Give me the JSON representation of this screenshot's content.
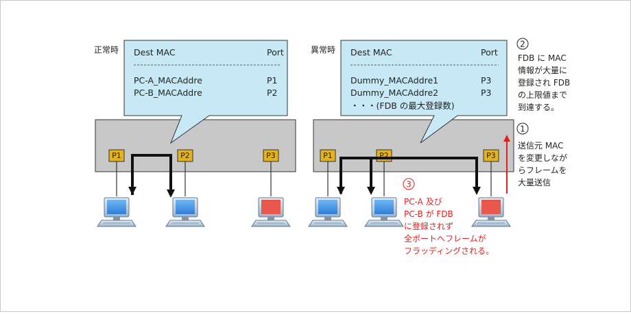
{
  "normal": {
    "title": "正常時",
    "table": {
      "col_mac": "Dest MAC",
      "col_port": "Port",
      "divider": "--------------------------------------------",
      "rows": [
        {
          "mac": "PC-A_MACAddre",
          "port": "P1"
        },
        {
          "mac": "PC-B_MACAddre",
          "port": "P2"
        }
      ]
    },
    "ports": [
      "P1",
      "P2",
      "P3"
    ]
  },
  "abnormal": {
    "title": "異常時",
    "table": {
      "col_mac": "Dest MAC",
      "col_port": "Port",
      "divider": "--------------------------------------------",
      "rows": [
        {
          "mac": "Dummy_MACAddre1",
          "port": "P3"
        },
        {
          "mac": "Dummy_MACAddre2",
          "port": "P3"
        }
      ],
      "more": "・・・(FDB の最大登録数)"
    },
    "ports": [
      "P1",
      "P2",
      "P3"
    ]
  },
  "notes": {
    "note1": {
      "number": "1",
      "lines": [
        "送信元 MAC",
        "を変更しなが",
        "らフレームを",
        "大量送信"
      ]
    },
    "note2": {
      "number": "2",
      "lines": [
        "FDB に MAC",
        "情報が大量に",
        "登録され FDB",
        "の上限値まで",
        "到達する。"
      ]
    },
    "note3": {
      "number": "3",
      "lines": [
        "PC-A 及び",
        "PC-B が FDB",
        "に登録されず",
        "全ポートへフレームが",
        "フラッディングされる。"
      ]
    }
  },
  "colors": {
    "callout_fill": "#c6e9f5",
    "switch_fill": "#c8c8c8",
    "port_fill": "#e5b21a",
    "pc_blue": "#3d8fe0",
    "pc_red": "#e8574c",
    "alert_red": "#e02020"
  }
}
